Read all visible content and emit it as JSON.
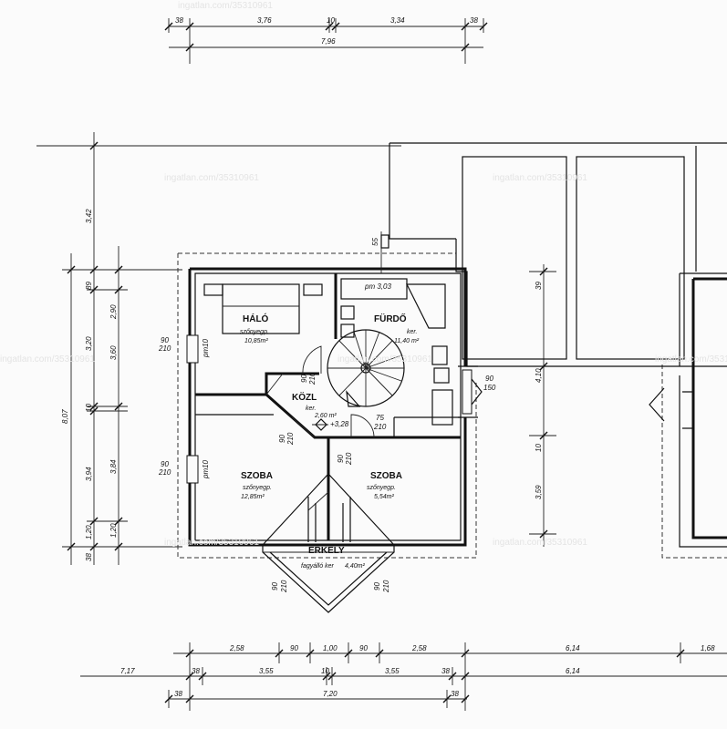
{
  "watermark": "ingatlan.com/35310961",
  "top_dims": {
    "row1": [
      "38",
      "3,76",
      "10",
      "3,34",
      "38"
    ],
    "row2": "7,96"
  },
  "left_dims": {
    "outer": "8,07",
    "col2": [
      "3,42",
      "89",
      "3,20",
      "10",
      "3,94",
      "1,20",
      "38"
    ],
    "col3": [
      "2,90",
      "3,60",
      "3,84",
      "1,20"
    ]
  },
  "bottom_dims": {
    "row1": [
      "2,58",
      "90",
      "1,00",
      "90",
      "2,58",
      "6,14",
      "1,68"
    ],
    "row2": [
      "7,17",
      "38",
      "3,55",
      "10",
      "3,55",
      "38",
      "6,14"
    ],
    "row3": [
      "38",
      "7,20",
      "38"
    ]
  },
  "right_dims": [
    "39",
    "4,10",
    "10",
    "3,59"
  ],
  "rooms": {
    "halo": {
      "name": "HÁLÓ",
      "floor": "szőnyegp.",
      "area": "10,85m²"
    },
    "furdo": {
      "name": "FÜRDŐ",
      "floor": "ker.",
      "area": "11,40 m²"
    },
    "kozl": {
      "name": "KÖZL",
      "floor": "ker.",
      "area": "2,60 m²"
    },
    "szoba1": {
      "name": "SZOBA",
      "floor": "szőnyegp.",
      "area": "12,85m²"
    },
    "szoba2": {
      "name": "SZOBA",
      "floor": "szőnyegp.",
      "area": "5,54m²"
    },
    "erkely": {
      "name": "ERKÉLY",
      "floor": "fagyálló ker",
      "area": "4,40m²"
    }
  },
  "openings": {
    "w_left1": [
      "90",
      "210"
    ],
    "w_left2": [
      "90",
      "210"
    ],
    "w_right": [
      "90",
      "150"
    ],
    "d_center1": [
      "90",
      "210"
    ],
    "d_center2": [
      "90",
      "210"
    ],
    "d_bot1": [
      "90",
      "210"
    ],
    "d_bot2": [
      "90",
      "210"
    ],
    "d_corr": [
      "75",
      "210"
    ],
    "sill_left": "pm10",
    "sill_left2": "pm10",
    "top_marker": "55",
    "level": "+3,28",
    "shower": "pm 3,03"
  }
}
